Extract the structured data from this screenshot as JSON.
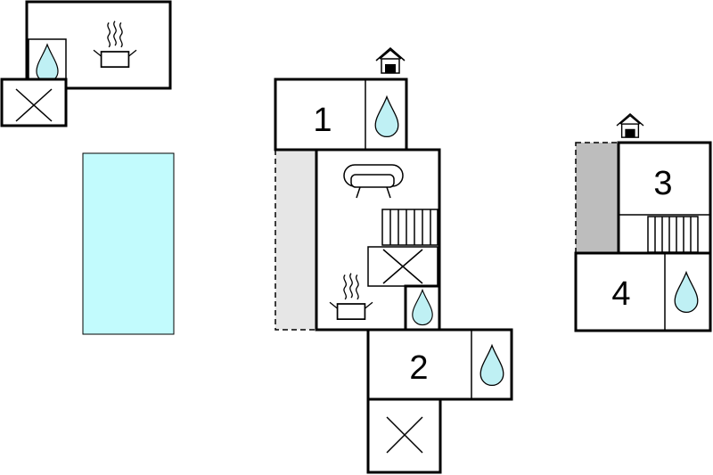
{
  "colors": {
    "wall": "#000000",
    "floor": "#ffffff",
    "pool": "#c2fbfd",
    "water_drop": "#bff0f4",
    "terrace_light": "#e6e6e6",
    "terrace_dark": "#bdbdbd"
  },
  "rooms": {
    "room_1": "1",
    "room_2": "2",
    "room_3": "3",
    "room_4": "4"
  },
  "icons": [
    "water-drop-icon",
    "cooking-pot-icon",
    "sofa-icon",
    "stairs-icon",
    "void-cross-icon",
    "house-entrance-icon",
    "swimming-pool"
  ]
}
